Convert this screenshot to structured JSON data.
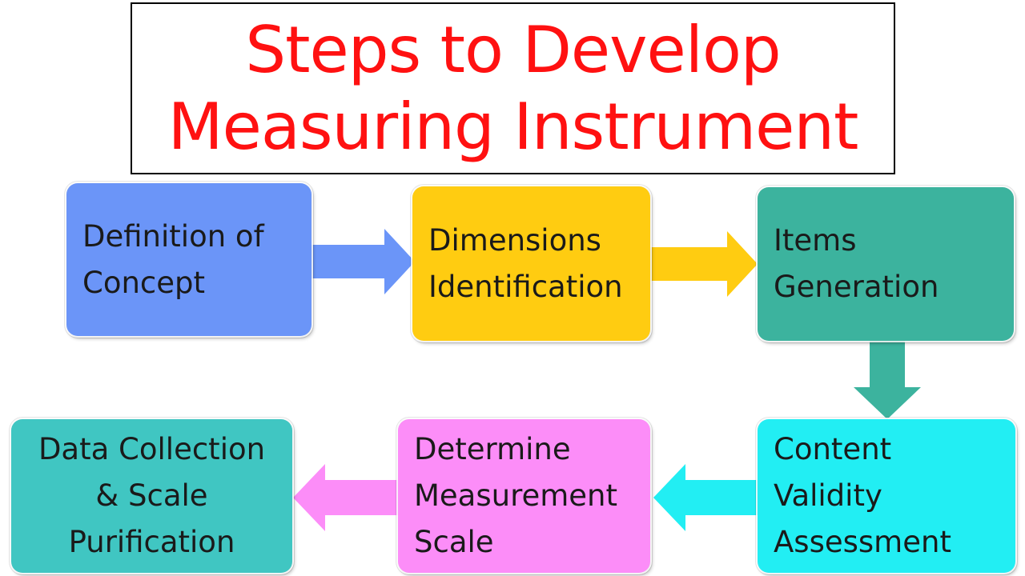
{
  "title": {
    "line1": "Steps to Develop",
    "line2": "Measuring Instrument",
    "color": "#ff1111"
  },
  "steps": [
    {
      "lines": [
        "Definition of",
        "Concept"
      ],
      "color": "#6b95f8"
    },
    {
      "lines": [
        "Dimensions",
        "Identification"
      ],
      "color": "#ffcc11"
    },
    {
      "lines": [
        "Items",
        "Generation"
      ],
      "color": "#3cb39e"
    },
    {
      "lines": [
        "Content",
        "Validity",
        "Assessment"
      ],
      "color": "#22eef3"
    },
    {
      "lines": [
        "Determine",
        "Measurement",
        "Scale"
      ],
      "color": "#fc8df8"
    },
    {
      "lines": [
        "Data Collection",
        "& Scale",
        "Purification"
      ],
      "color": "#40c6c2"
    }
  ],
  "arrows": [
    {
      "from": "Definition of Concept",
      "to": "Dimensions Identification",
      "direction": "right",
      "color": "#6b95f8"
    },
    {
      "from": "Dimensions Identification",
      "to": "Items Generation",
      "direction": "right",
      "color": "#ffcc11"
    },
    {
      "from": "Items Generation",
      "to": "Content Validity Assessment",
      "direction": "down",
      "color": "#3cb39e"
    },
    {
      "from": "Content Validity Assessment",
      "to": "Determine Measurement Scale",
      "direction": "left",
      "color": "#22eef3"
    },
    {
      "from": "Determine Measurement Scale",
      "to": "Data Collection & Scale Purification",
      "direction": "left",
      "color": "#fc8df8"
    }
  ]
}
